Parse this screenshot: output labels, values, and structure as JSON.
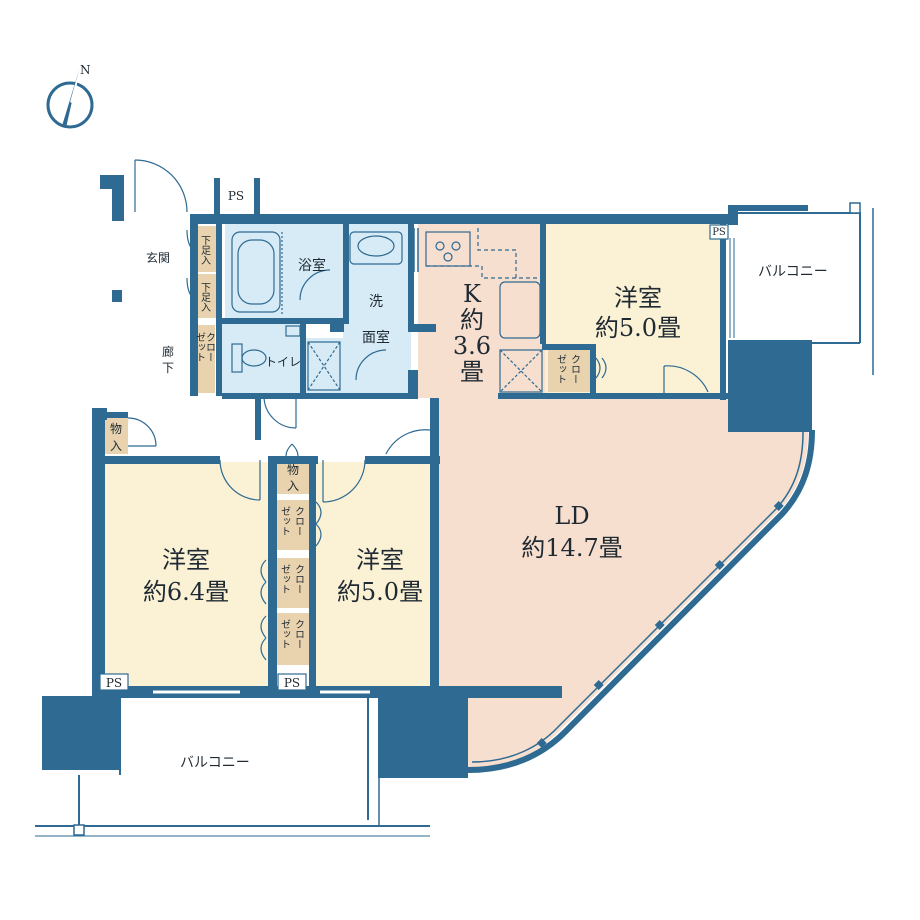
{
  "compass": {
    "north_letter": "N",
    "icon": "compass-north-icon"
  },
  "colors": {
    "wall": "#2e6a92",
    "pillar": "#2e6a92",
    "ld": "#f7dfcf",
    "kitchen": "#f7dfcf",
    "western_room": "#fbf2d6",
    "wet_area": "#d7ebf6",
    "storage": "#e9d3ae",
    "hall": "#ffffff"
  },
  "rooms": {
    "ld": {
      "name": "LD",
      "size": "約14.7畳"
    },
    "kitchen": {
      "k": "K",
      "yaku": "約",
      "num": "3.6",
      "jo": "畳"
    },
    "western_ne": {
      "name": "洋室",
      "size": "約5.0畳"
    },
    "western_sw": {
      "name": "洋室",
      "size": "約6.4畳"
    },
    "western_s": {
      "name": "洋室",
      "size": "約5.0畳"
    },
    "bath": "浴室",
    "washroom_1": "洗",
    "washroom_2": "面室",
    "toilet": "トイレ",
    "entrance": "玄関",
    "corridor_1": "廊",
    "corridor_2": "下"
  },
  "storage": {
    "shoe_1": [
      "下足入"
    ],
    "shoe_2": [
      "下足入"
    ],
    "hall_closet": [
      "クロー",
      "ゼット"
    ],
    "monoire_hall": [
      "物",
      "入"
    ],
    "monoire_center": [
      "物",
      "入"
    ],
    "closet_center_top": [
      "クロー",
      "ゼット"
    ],
    "closet_center_mid": [
      "クロー",
      "ゼット"
    ],
    "closet_center_bot": [
      "クロー",
      "ゼット"
    ],
    "closet_kitchen": [
      "クロー",
      "ゼット"
    ]
  },
  "ps_labels": {
    "top_outside": "PS",
    "north_east": "PS",
    "south_west": "PS",
    "south_center": "PS"
  },
  "balconies": {
    "east": "バルコニー",
    "south": "バルコニー"
  }
}
